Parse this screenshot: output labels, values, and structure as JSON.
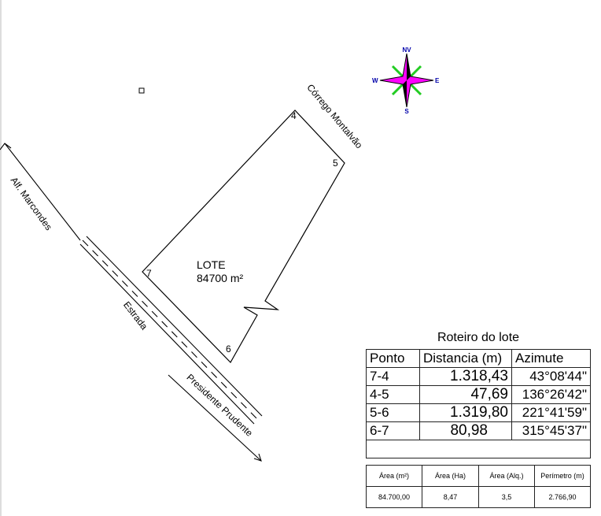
{
  "drawing": {
    "lot_label": "LOTE",
    "lot_area": "84700 m²",
    "vertices": [
      "4",
      "5",
      "6",
      "7"
    ],
    "stream_label": "Córrego Montalvão",
    "road_label_1": "Alf. Marcondes",
    "road_label_2": "Estrada",
    "road_label_3": "Presidente Prudente"
  },
  "compass": {
    "n": "NV",
    "s": "S",
    "e": "E",
    "w": "W",
    "accent": "#ff00ff"
  },
  "table": {
    "title": "Roteiro do lote",
    "headers": [
      "Ponto",
      "Distancia (m)",
      "Azimute"
    ],
    "rows": [
      {
        "ponto": "7-4",
        "dist": "1.318,43",
        "az": "43°08'44\""
      },
      {
        "ponto": "4-5",
        "dist": "47,69",
        "az": "136°26'42\""
      },
      {
        "ponto": "5-6",
        "dist": "1.319,80",
        "az": "221°41'59\""
      },
      {
        "ponto": "6-7",
        "dist": "80,98",
        "az": "315°45'37\""
      }
    ],
    "summary_headers": [
      "Área (m²)",
      "Área (Ha)",
      "Área (Alq.)",
      "Perímetro (m)"
    ],
    "summary_values": [
      "84.700,00",
      "8,47",
      "3,5",
      "2.766,90"
    ]
  }
}
